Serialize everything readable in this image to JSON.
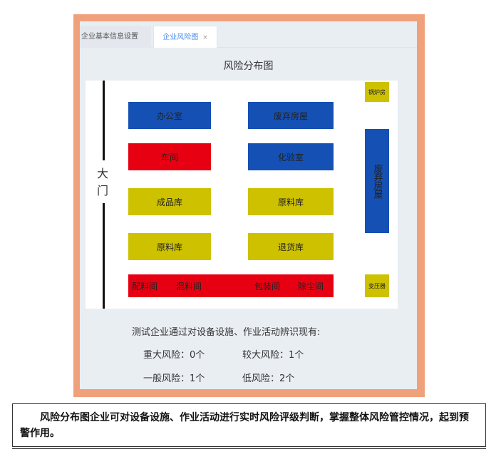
{
  "tabs": [
    {
      "label": "企业基本信息设置"
    },
    {
      "label": "企业风险图",
      "close": "×"
    }
  ],
  "title": "风险分布图",
  "map": {
    "gate": [
      "大",
      "门"
    ],
    "areas": [
      {
        "label": "办公室",
        "risk": "low"
      },
      {
        "label": "废弃房屋",
        "risk": "low"
      },
      {
        "label": "车间",
        "risk": "major"
      },
      {
        "label": "化验室",
        "risk": "low"
      },
      {
        "label": "成品库",
        "risk": "general"
      },
      {
        "label": "原料库",
        "risk": "general"
      },
      {
        "label": "原料库",
        "risk": "general"
      },
      {
        "label": "退货库",
        "risk": "general"
      },
      {
        "label": "锅炉房",
        "risk": "general"
      },
      {
        "label": "废弃房屋",
        "risk": "low"
      },
      {
        "label": "变压器",
        "risk": "general"
      }
    ],
    "bar": [
      "配料间",
      "混料间",
      "包装间",
      "除尘间"
    ]
  },
  "colors": {
    "major": "#e60012",
    "general": "#cdc100",
    "low": "#1550b5"
  },
  "summary": {
    "intro": "测试企业通过对设备设施、作业活动辨识现有:",
    "major": "重大风险：0个",
    "larger": "较大风险：1个",
    "general": "一般风险：1个",
    "low": "低风险：2个"
  },
  "caption": "风险分布图企业可对设备设施、作业活动进行实时风险评级判断，掌握整体风险管控情况，起到预警作用。"
}
